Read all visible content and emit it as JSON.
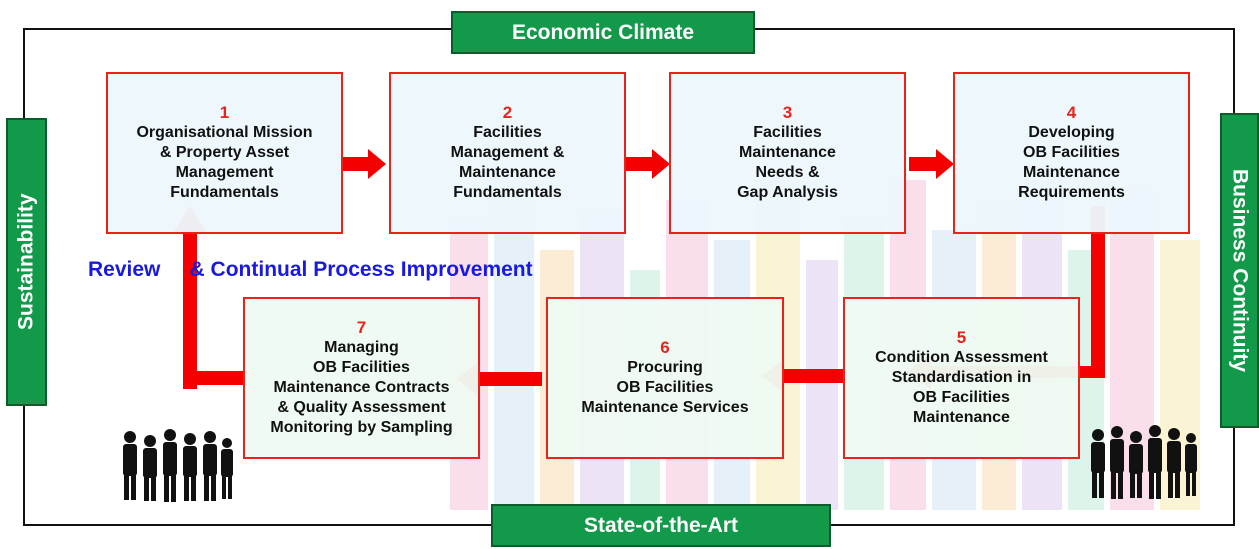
{
  "banners": {
    "top": "Economic Climate",
    "bottom": "State-of-the-Art",
    "left": "Sustainability",
    "right": "Business Continuity"
  },
  "steps": [
    {
      "number": "1",
      "lines": [
        "Organisational Mission",
        "& Property Asset",
        "Management",
        "Fundamentals"
      ]
    },
    {
      "number": "2",
      "lines": [
        "Facilities",
        "Management &",
        "Maintenance",
        "Fundamentals"
      ]
    },
    {
      "number": "3",
      "lines": [
        "Facilities",
        "Maintenance",
        "Needs &",
        "Gap Analysis"
      ]
    },
    {
      "number": "4",
      "lines": [
        "Developing",
        "OB Facilities",
        "Maintenance",
        "Requirements"
      ]
    },
    {
      "number": "5",
      "lines": [
        "Condition Assessment",
        "Standardisation in",
        "OB Facilities",
        "Maintenance"
      ]
    },
    {
      "number": "6",
      "lines": [
        "Procuring",
        "OB Facilities",
        "Maintenance Services"
      ]
    },
    {
      "number": "7",
      "lines": [
        "Managing",
        "OB Facilities",
        "Maintenance Contracts",
        "& Quality Assessment",
        "Monitoring by Sampling"
      ]
    }
  ],
  "review_label": "Review     & Continual Process Improvement",
  "colors": {
    "step_border": "#e8231c",
    "arrow": "#f40000",
    "banner": "#129a4a",
    "review_text": "#1a1adf"
  }
}
